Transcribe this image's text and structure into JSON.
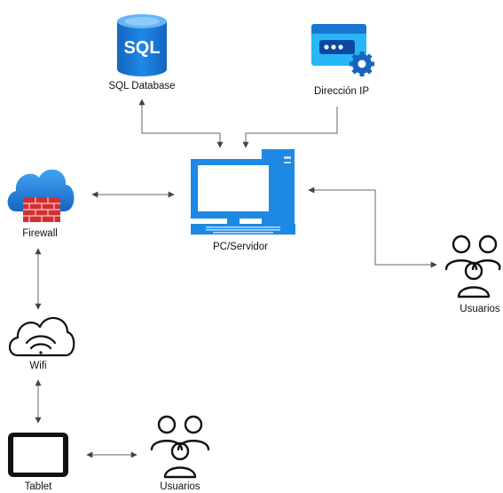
{
  "nodes": {
    "sql_database": {
      "label": "SQL Database",
      "icon_text": "SQL",
      "icon": "sql-database-icon"
    },
    "direccion_ip": {
      "label": "Dirección IP",
      "icon": "ip-address-icon"
    },
    "pc_servidor": {
      "label": "PC/Servidor",
      "icon": "computer-server-icon"
    },
    "firewall": {
      "label": "Firewall",
      "icon": "firewall-cloud-icon"
    },
    "usuarios_right": {
      "label": "Usuarios",
      "icon": "users-group-icon"
    },
    "wifi": {
      "label": "Wifi",
      "icon": "wifi-cloud-icon"
    },
    "tablet": {
      "label": "Tablet",
      "icon": "tablet-icon"
    },
    "usuarios_bottom": {
      "label": "Usuarios",
      "icon": "users-group-icon"
    }
  },
  "colors": {
    "accent_blue": "#1e88e5",
    "light_blue": "#64b5f6",
    "firewall_red": "#d32f2f",
    "line": "#555555",
    "ink": "#111111"
  }
}
